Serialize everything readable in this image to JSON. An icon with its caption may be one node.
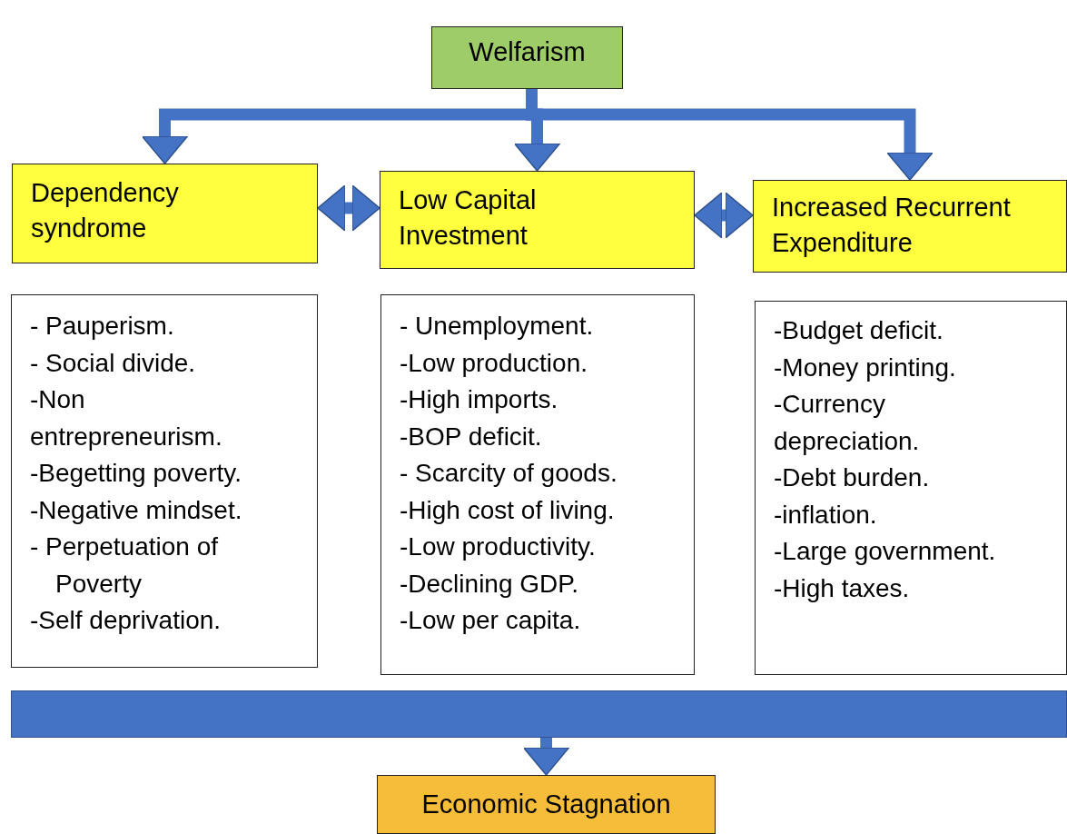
{
  "diagram": {
    "nodes": [
      {
        "text": [
          "Welfarism"
        ]
      },
      {
        "text": [
          "Dependency syndrome"
        ]
      },
      {
        "text": [
          "Low Capital Investment"
        ]
      },
      {
        "text": [
          "Increased Recurrent Expenditure"
        ]
      },
      {
        "text": [
          "- Pauperism.",
          "- Social divide.",
          "-Non entrepreneurism.",
          "-Begetting poverty.",
          "-Negative mindset.",
          "- Perpetuation of Poverty",
          "-Self deprivation."
        ]
      },
      {
        "text": [
          "- Unemployment.",
          "-Low production.",
          "-High imports.",
          "-BOP deficit.",
          "- Scarcity of goods.",
          "-High cost of living.",
          "-Low productivity.",
          "-Declining GDP.",
          "-Low per capita."
        ]
      },
      {
        "text": [
          "-Budget deficit.",
          "-Money printing.",
          "-Currency depreciation.",
          "-Debt burden.",
          "-inflation.",
          "-Large government.",
          "-High taxes."
        ]
      },
      {
        "text": [],
        "shape": "bar"
      },
      {
        "text": [
          "Economic Stagnation"
        ]
      }
    ],
    "edges": [
      {
        "from": 0,
        "to": 1,
        "arrow": "to"
      },
      {
        "from": 0,
        "to": 2,
        "arrow": "to"
      },
      {
        "from": 0,
        "to": 3,
        "arrow": "to"
      },
      {
        "from": 1,
        "to": 2,
        "arrow": "both"
      },
      {
        "from": 2,
        "to": 3,
        "arrow": "both"
      },
      {
        "from": 7,
        "to": 8,
        "arrow": "to"
      }
    ]
  }
}
